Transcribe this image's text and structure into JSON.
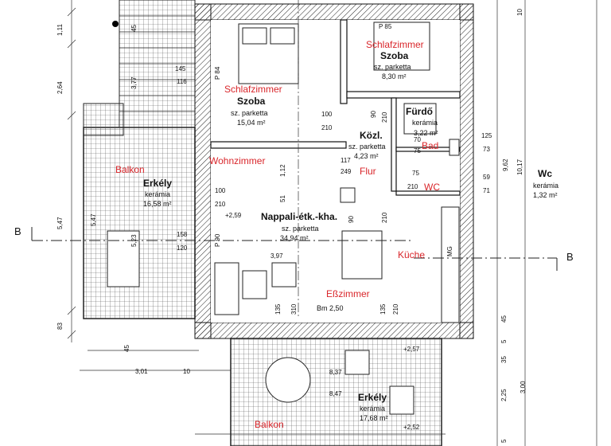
{
  "rooms": {
    "szoba1": {
      "de": "Schlafzimmer",
      "name": "Szoba",
      "floor": "sz. parketta",
      "area": "15,04 m²"
    },
    "szoba2": {
      "de": "Schlafzimmer",
      "name": "Szoba",
      "floor": "sz. parketta",
      "area": "8,30 m²"
    },
    "furdo": {
      "de": "Bad",
      "name": "Fürdő",
      "floor": "kerámia",
      "area": "3,22 m²"
    },
    "kozl": {
      "de": "Flur",
      "name": "Közl.",
      "floor": "sz. parketta",
      "area": "4,23 m²"
    },
    "nappali": {
      "de": "Wohnzimmer",
      "name": "Nappali-étk.-kha.",
      "floor": "sz. parketta",
      "area": "34,94 m²"
    },
    "erkely1": {
      "de": "Balkon",
      "name": "Erkély",
      "floor": "kerámia",
      "area": "16,58 m²"
    },
    "erkely2": {
      "de": "Balkon",
      "name": "Erkély",
      "floor": "kerámia",
      "area": "17,68 m²"
    },
    "wc": {
      "de": "WC",
      "name": "Wc",
      "floor": "kerámia",
      "area": "1,32 m²"
    },
    "kuche": {
      "de": "Küche"
    },
    "esszimmer": {
      "de": "Eßzimmer"
    }
  },
  "section": {
    "left": "B",
    "right": "B"
  },
  "labels": {
    "p85": "P 85",
    "p84": "P 84",
    "p90": "P 90",
    "mg": "MG",
    "bm": "Bm 2,50",
    "lvl1": "+2,59",
    "lvl2": "+2,57",
    "lvl3": "+2,52"
  },
  "dims": {
    "d1_11": "1,11",
    "d2_64": "2,64",
    "d5_47": "5,47",
    "d5_47b": "5,47",
    "d83": "83",
    "d45": "45",
    "d145": "145",
    "d116": "116",
    "d3_77": "3,77",
    "d158": "158",
    "d120": "120",
    "d5_23": "5,23",
    "d100a": "100",
    "d210a": "210",
    "d100b": "100",
    "d210b": "210",
    "d90a": "90",
    "d210c": "210",
    "d117": "117",
    "d249": "249",
    "d1_12": "1,12",
    "d51": "51",
    "d90b": "90",
    "d210d": "210",
    "d3_97": "3,97",
    "d135a": "135",
    "d310": "310",
    "d135b": "135",
    "d210e": "210",
    "d70": "70",
    "d75a": "75",
    "d75b": "75",
    "d210f": "210",
    "d125": "125",
    "d73": "73",
    "d59": "59",
    "d71": "71",
    "d9_62": "9,62",
    "d10_17": "10,17",
    "d10a": "10",
    "d45b": "45",
    "d5": "5",
    "d35": "35",
    "d2_25": "2,25",
    "d3_00": "3,00",
    "d5b": "5",
    "d3_01": "3,01",
    "d10b": "10",
    "d8_37": "8,37",
    "d8_47": "8,47",
    "d45c": "45"
  }
}
